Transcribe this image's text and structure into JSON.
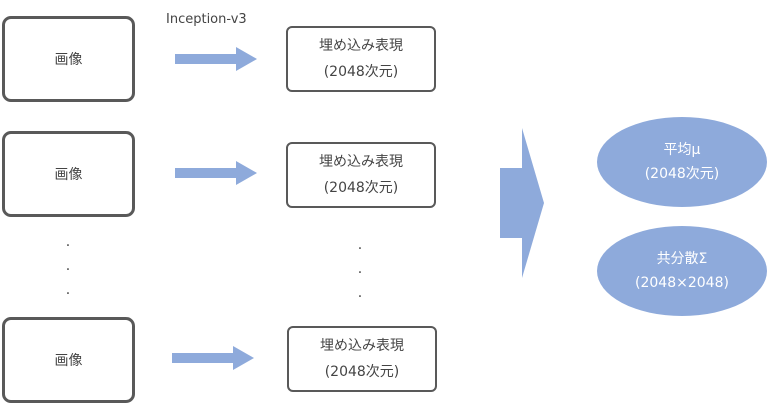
{
  "model_label": "Inception-v3",
  "inputs": [
    {
      "label": "画像"
    },
    {
      "label": "画像"
    },
    {
      "label": "画像"
    }
  ],
  "embeddings": [
    {
      "line1": "埋め込み表現",
      "line2": "(2048次元)"
    },
    {
      "line1": "埋め込み表現",
      "line2": "(2048次元)"
    },
    {
      "line1": "埋め込み表現",
      "line2": "(2048次元)"
    }
  ],
  "ellipsis_dot": ".",
  "outputs": {
    "mean": {
      "line1": "平均μ",
      "line2": "(2048次元)"
    },
    "cov": {
      "line1": "共分散Σ",
      "line2": "(2048×2048)"
    }
  },
  "colors": {
    "arrow": "#8eaadb",
    "ellipse": "#8eaadb",
    "border": "#595959"
  }
}
